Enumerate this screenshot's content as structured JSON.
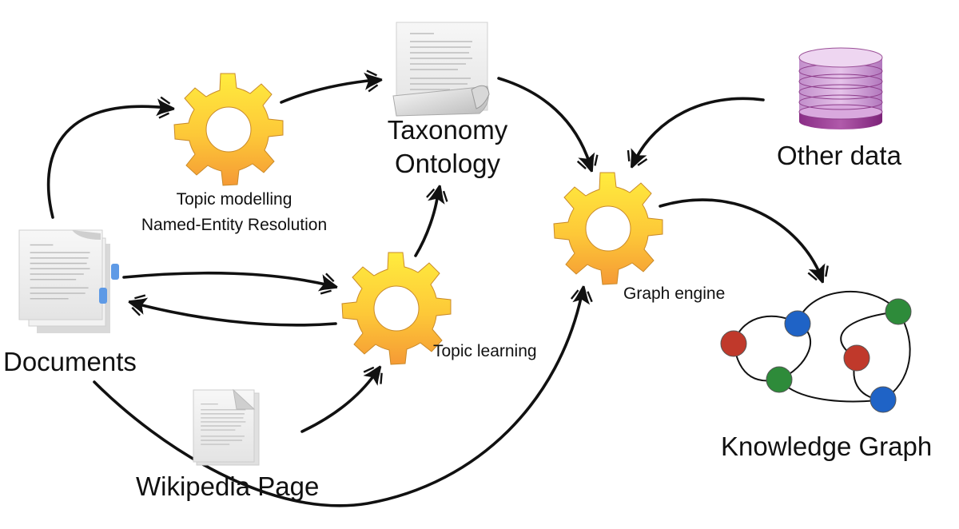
{
  "labels": {
    "taxonomy": "Taxonomy",
    "ontology": "Ontology",
    "other_data": "Other data",
    "topic_modelling": "Topic modelling",
    "named_entity": "Named-Entity Resolution",
    "documents": "Documents",
    "topic_learning": "Topic learning",
    "graph_engine": "Graph engine",
    "knowledge_graph": "Knowledge Graph",
    "wikipedia_page": "Wikipedia Page"
  },
  "colors": {
    "gear_top": "#ffe93a",
    "gear_bottom": "#f7a33a",
    "node_red": "#c0392b",
    "node_blue": "#1f63c6",
    "node_green": "#2e8b3a",
    "database": "#a8489d",
    "arrow": "#111111"
  }
}
